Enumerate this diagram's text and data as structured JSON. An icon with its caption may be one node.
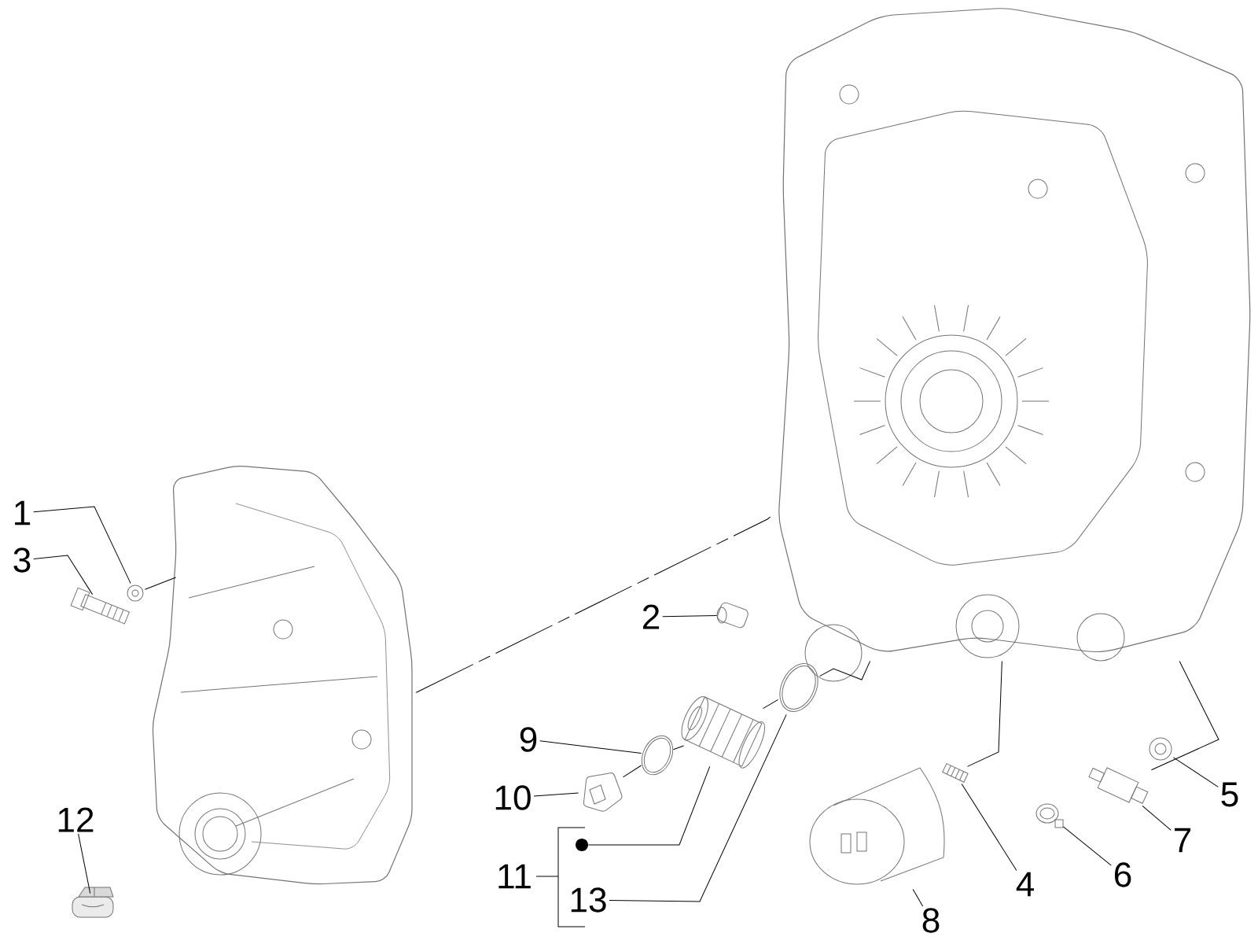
{
  "diagram": {
    "nodes": [
      {
        "text": [
          "1"
        ]
      },
      {
        "text": [
          "3"
        ]
      },
      {
        "text": [
          "2"
        ]
      },
      {
        "text": [
          "9"
        ]
      },
      {
        "text": [
          "10"
        ]
      },
      {
        "text": [
          "11"
        ]
      },
      {
        "text": [
          "13"
        ]
      },
      {
        "text": [
          "12"
        ]
      },
      {
        "text": [
          "4"
        ]
      },
      {
        "text": [
          "5"
        ]
      },
      {
        "text": [
          "7"
        ]
      },
      {
        "text": [
          "6"
        ]
      },
      {
        "text": [
          "8"
        ]
      },
      {
        "text": [],
        "shape": "picture"
      },
      {
        "text": [],
        "shape": "picture"
      },
      {
        "text": [],
        "shape": "picture"
      },
      {
        "text": [],
        "shape": "picture"
      },
      {
        "text": [],
        "shape": "picture"
      },
      {
        "text": [],
        "shape": "picture"
      },
      {
        "text": [],
        "shape": "picture"
      },
      {
        "text": [],
        "shape": "picture"
      },
      {
        "text": [],
        "shape": "picture"
      },
      {
        "text": [],
        "shape": "picture"
      },
      {
        "text": [],
        "shape": "picture"
      },
      {
        "text": [],
        "shape": "picture"
      },
      {
        "text": [],
        "shape": "picture"
      },
      {
        "text": [],
        "shape": "picture"
      },
      {
        "text": [],
        "shape": "picture"
      },
      {
        "text": [],
        "shape": "circle"
      }
    ],
    "edges": [
      {
        "from": 0,
        "to": 13,
        "arrow": "none"
      },
      {
        "from": 1,
        "to": 14,
        "arrow": "none"
      },
      {
        "from": 2,
        "to": 15,
        "arrow": "none"
      },
      {
        "from": 3,
        "to": 16,
        "arrow": "none"
      },
      {
        "from": 4,
        "to": 17,
        "arrow": "none"
      },
      {
        "from": 28,
        "to": 18,
        "arrow": "none"
      },
      {
        "from": 6,
        "to": 19,
        "arrow": "none"
      },
      {
        "from": 7,
        "to": 20,
        "arrow": "none"
      },
      {
        "from": 8,
        "to": 22,
        "arrow": "none"
      },
      {
        "from": 9,
        "to": 23,
        "arrow": "none"
      },
      {
        "from": 10,
        "to": 24,
        "arrow": "none"
      },
      {
        "from": 11,
        "to": 25,
        "arrow": "none"
      },
      {
        "from": 12,
        "to": 21,
        "arrow": "none"
      },
      {
        "from": 13,
        "to": 26,
        "arrow": "none"
      },
      {
        "from": 26,
        "to": 27,
        "arrow": "none",
        "style": "dashed"
      },
      {
        "from": 17,
        "to": 16,
        "arrow": "none"
      },
      {
        "from": 16,
        "to": 18,
        "arrow": "none"
      },
      {
        "from": 18,
        "to": 19,
        "arrow": "none"
      },
      {
        "from": 19,
        "to": 27,
        "arrow": "none"
      },
      {
        "from": 22,
        "to": 27,
        "arrow": "none"
      },
      {
        "from": 24,
        "to": 27,
        "arrow": "none"
      }
    ]
  }
}
